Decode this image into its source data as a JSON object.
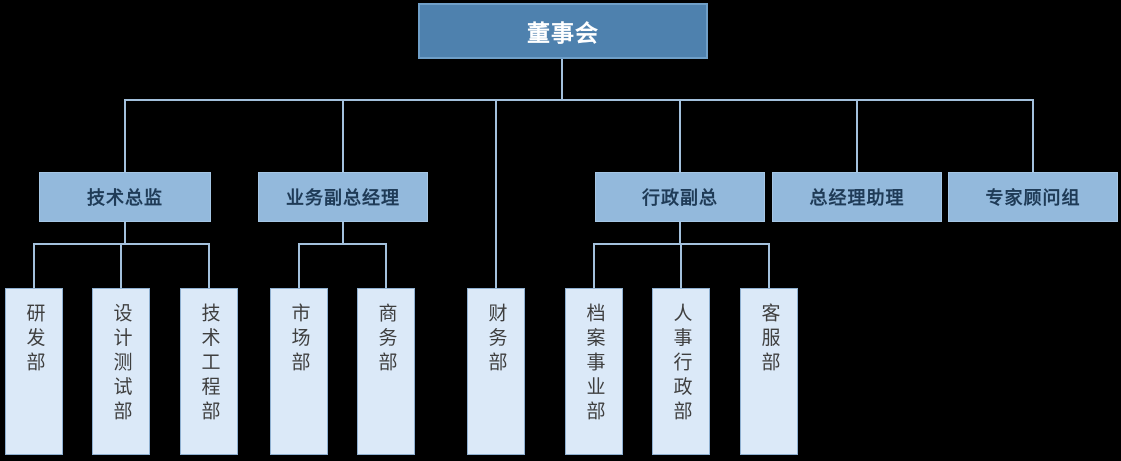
{
  "chart": {
    "type": "org-chart",
    "title": "organization structure",
    "root": {
      "label": "董事会"
    },
    "level2": [
      {
        "label": "技术总监",
        "parent": "董事会"
      },
      {
        "label": "业务副总经理",
        "parent": "董事会"
      },
      {
        "label": "行政副总",
        "parent": "董事会"
      },
      {
        "label": "总经理助理",
        "parent": "董事会"
      },
      {
        "label": "专家顾问组",
        "parent": "董事会"
      }
    ],
    "level3": [
      {
        "label": "研发部",
        "parent": "技术总监"
      },
      {
        "label": "设计测试部",
        "parent": "技术总监"
      },
      {
        "label": "技术工程部",
        "parent": "技术总监"
      },
      {
        "label": "市场部",
        "parent": "业务副总经理"
      },
      {
        "label": "商务部",
        "parent": "业务副总经理"
      },
      {
        "label": "财务部",
        "parent": "董事会"
      },
      {
        "label": "档案事业部",
        "parent": "行政副总"
      },
      {
        "label": "人事行政部",
        "parent": "行政副总"
      },
      {
        "label": "客服部",
        "parent": "行政副总"
      }
    ],
    "colors": {
      "background": "#000000",
      "root_fill": "#4e81ae",
      "root_border": "#6f9fc8",
      "root_text": "#ffffff",
      "level2_fill": "#93b9dc",
      "level2_text": "#1f3b57",
      "level3_fill": "#dbe9f8",
      "level3_border": "#8fb0d1",
      "level3_text": "#3f3f3f",
      "connector": "#a3c0dc"
    }
  }
}
